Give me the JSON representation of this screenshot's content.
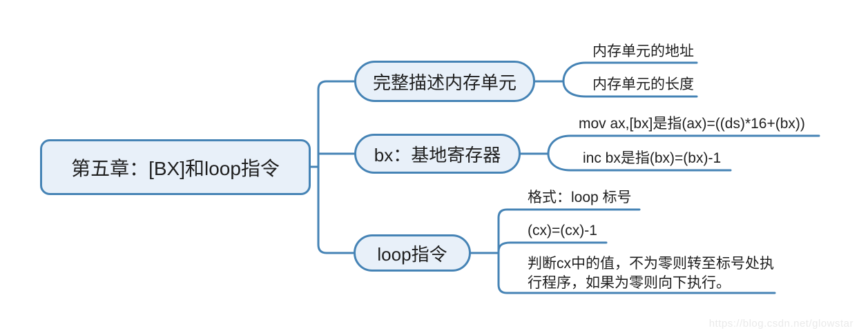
{
  "colors": {
    "line": "#4583b5",
    "node_border": "#4583b5",
    "node_fill": "#e8f0f9",
    "text": "#1e1e1e",
    "watermark_color": "#eaeaea"
  },
  "mindmap": {
    "root": {
      "label": "第五章：[BX]和loop指令"
    },
    "branches": [
      {
        "label": "完整描述内存单元",
        "children": [
          {
            "label": "内存单元的地址"
          },
          {
            "label": "内存单元的长度"
          }
        ]
      },
      {
        "label": "bx：基地寄存器",
        "children": [
          {
            "label": "mov ax,[bx]是指(ax)=((ds)*16+(bx))"
          },
          {
            "label": "inc bx是指(bx)=(bx)-1"
          }
        ]
      },
      {
        "label": "loop指令",
        "children": [
          {
            "label": "格式：loop 标号"
          },
          {
            "label": "(cx)=(cx)-1"
          },
          {
            "label": "判断cx中的值，不为零则转至标号处执行程序，如果为零则向下执行。"
          }
        ]
      }
    ]
  },
  "watermark": {
    "text": "https://blog.csdn.net/glowstar"
  }
}
